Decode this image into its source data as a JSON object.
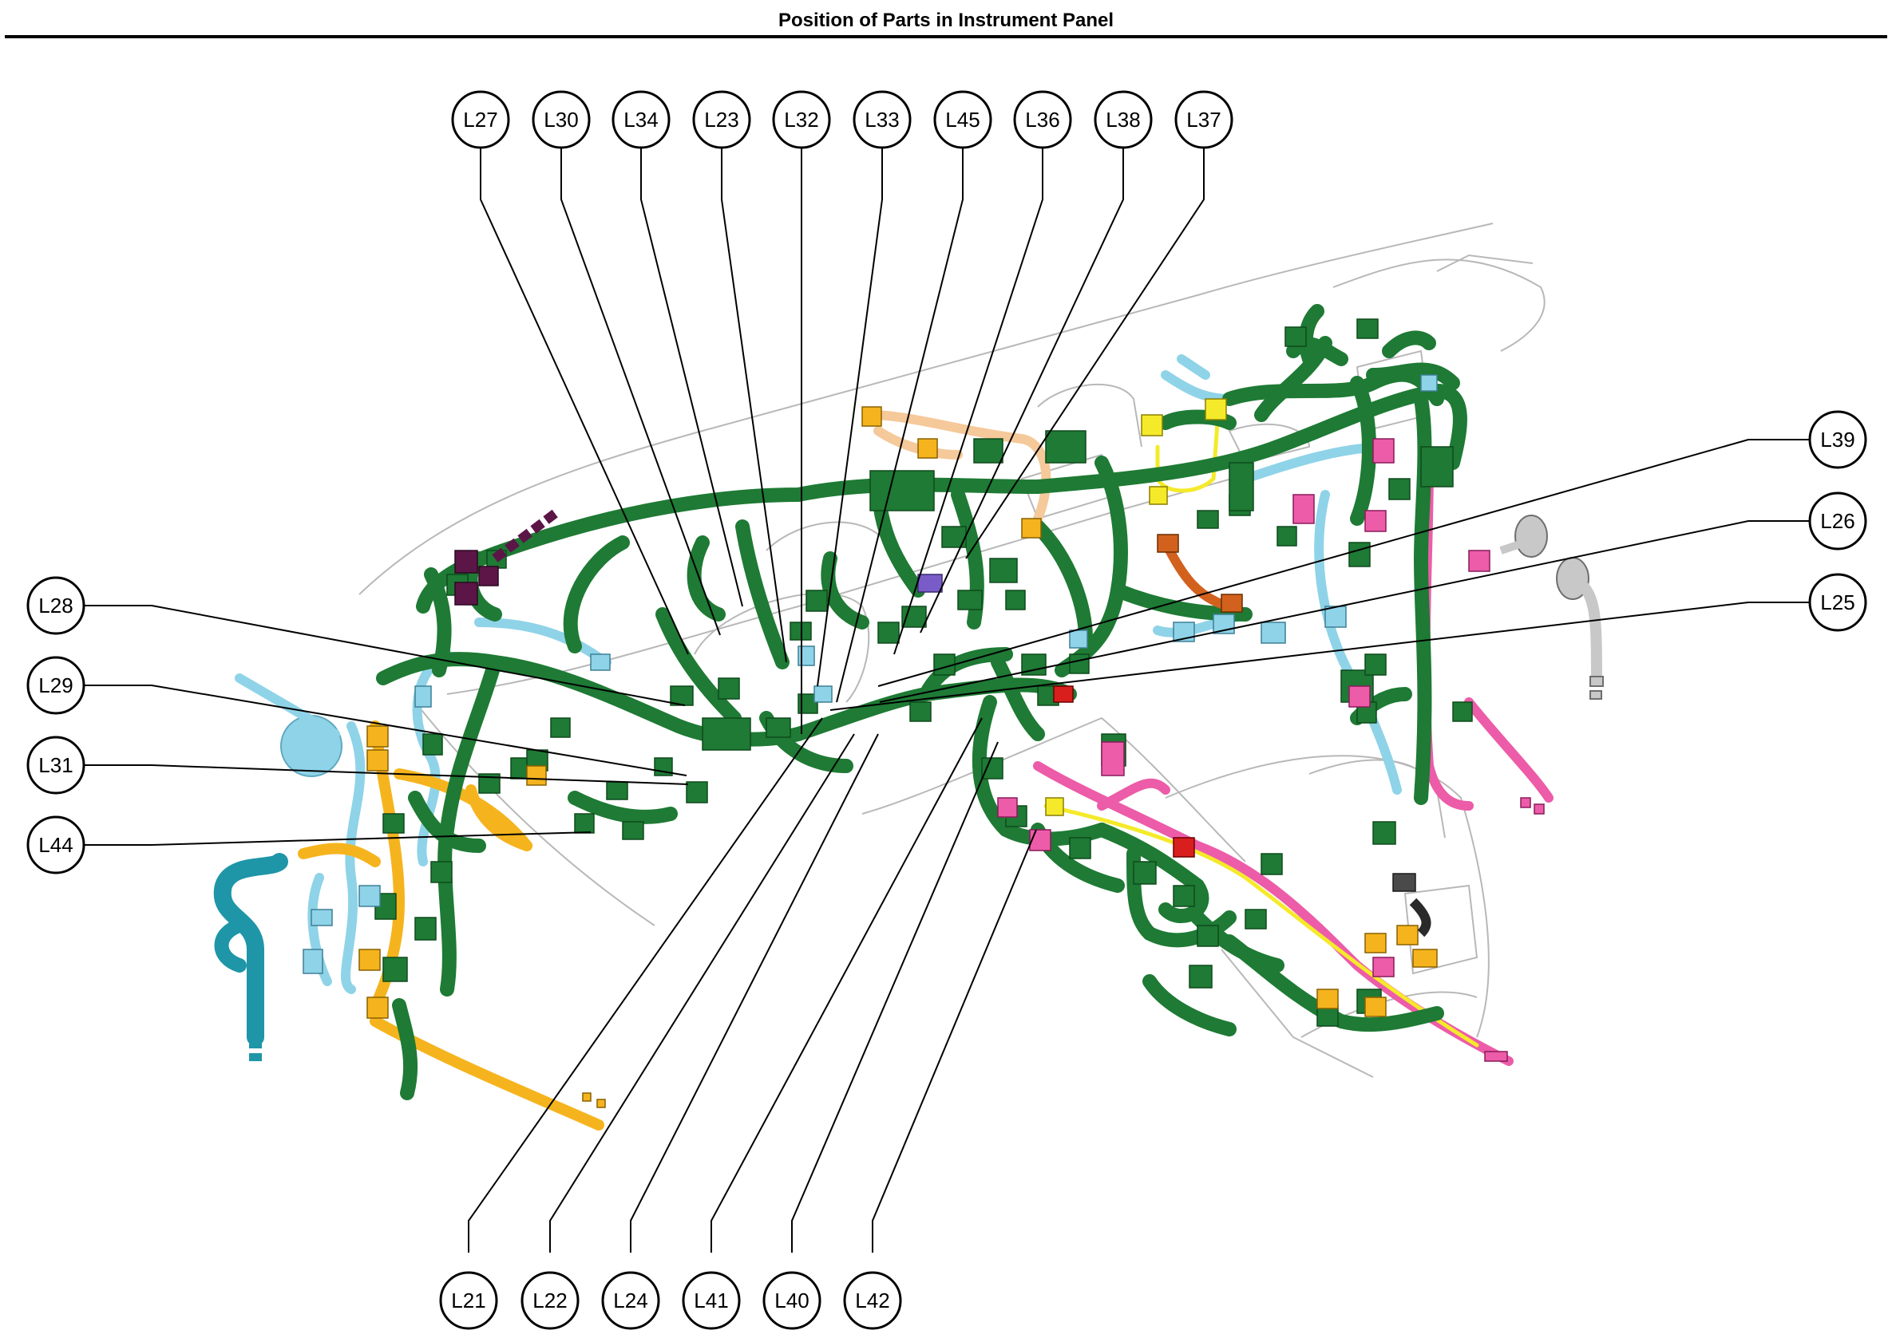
{
  "title": "Position of Parts in Instrument Panel",
  "callouts": {
    "top": [
      "L27",
      "L30",
      "L34",
      "L23",
      "L32",
      "L33",
      "L45",
      "L36",
      "L38",
      "L37"
    ],
    "left": [
      "L28",
      "L29",
      "L31",
      "L44"
    ],
    "right": [
      "L39",
      "L26",
      "L25"
    ],
    "bottom": [
      "L21",
      "L22",
      "L24",
      "L41",
      "L40",
      "L42"
    ]
  },
  "colors": {
    "main_harness": "#1e7a34",
    "light_blue_harness": "#8fd3e8",
    "orange_harness": "#f5b41e",
    "pink_harness": "#ec5ca8",
    "teal_harness": "#1f95a8",
    "purple_connector": "#5c1547",
    "yellow_connector": "#f5ea2a",
    "red_connector": "#d91e1e",
    "peach_harness": "#f5c99a",
    "gray_component": "#c8c8c8",
    "outline": "#b4b4b4"
  }
}
